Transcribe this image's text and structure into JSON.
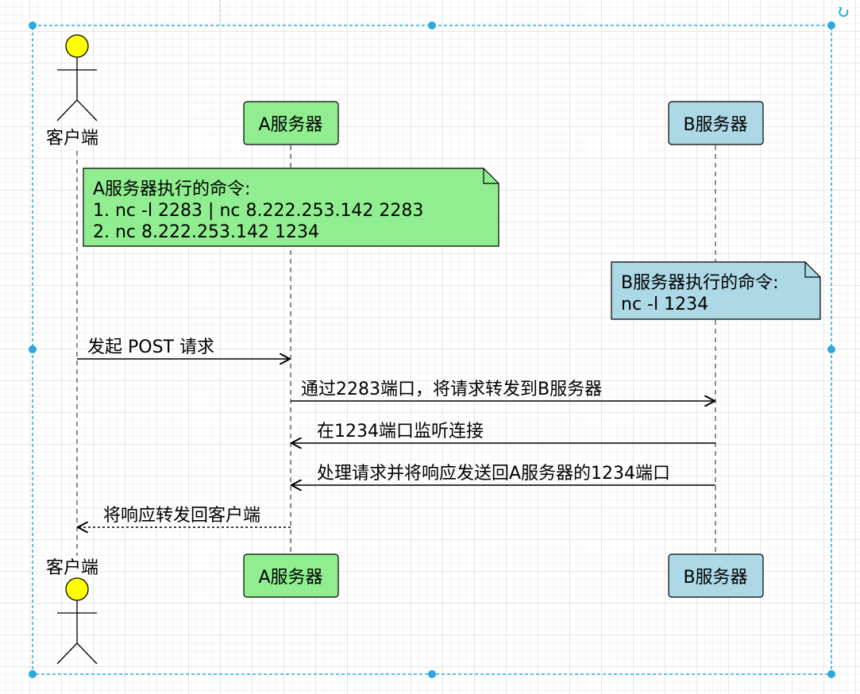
{
  "participants": {
    "client": {
      "label": "客户端",
      "kind": "actor",
      "color": "#ffff00"
    },
    "server_a": {
      "label": "A服务器",
      "kind": "box",
      "color": "#90ee90"
    },
    "server_b": {
      "label": "B服务器",
      "kind": "box",
      "color": "#add8e6"
    }
  },
  "notes": {
    "a_commands": {
      "color": "#90ee90",
      "lines": [
        "A服务器执行的命令:",
        "1. nc -l 2283 | nc 8.222.253.142 2283",
        "2. nc 8.222.253.142 1234"
      ]
    },
    "b_commands": {
      "color": "#add8e6",
      "lines": [
        "B服务器执行的命令:",
        "nc -l 1234"
      ]
    }
  },
  "messages": [
    {
      "from": "客户端",
      "to": "A服务器",
      "text": "发起 POST 请求",
      "style": "solid"
    },
    {
      "from": "A服务器",
      "to": "B服务器",
      "text": "通过2283端口，将请求转发到B服务器",
      "style": "solid"
    },
    {
      "from": "B服务器",
      "to": "A服务器",
      "text": "在1234端口监听连接",
      "style": "solid"
    },
    {
      "from": "B服务器",
      "to": "A服务器",
      "text": "处理请求并将响应发送回A服务器的1234端口",
      "style": "solid"
    },
    {
      "from": "A服务器",
      "to": "客户端",
      "text": "将响应转发回客户端",
      "style": "dashed"
    }
  ],
  "selection_color": "#29a9e0"
}
